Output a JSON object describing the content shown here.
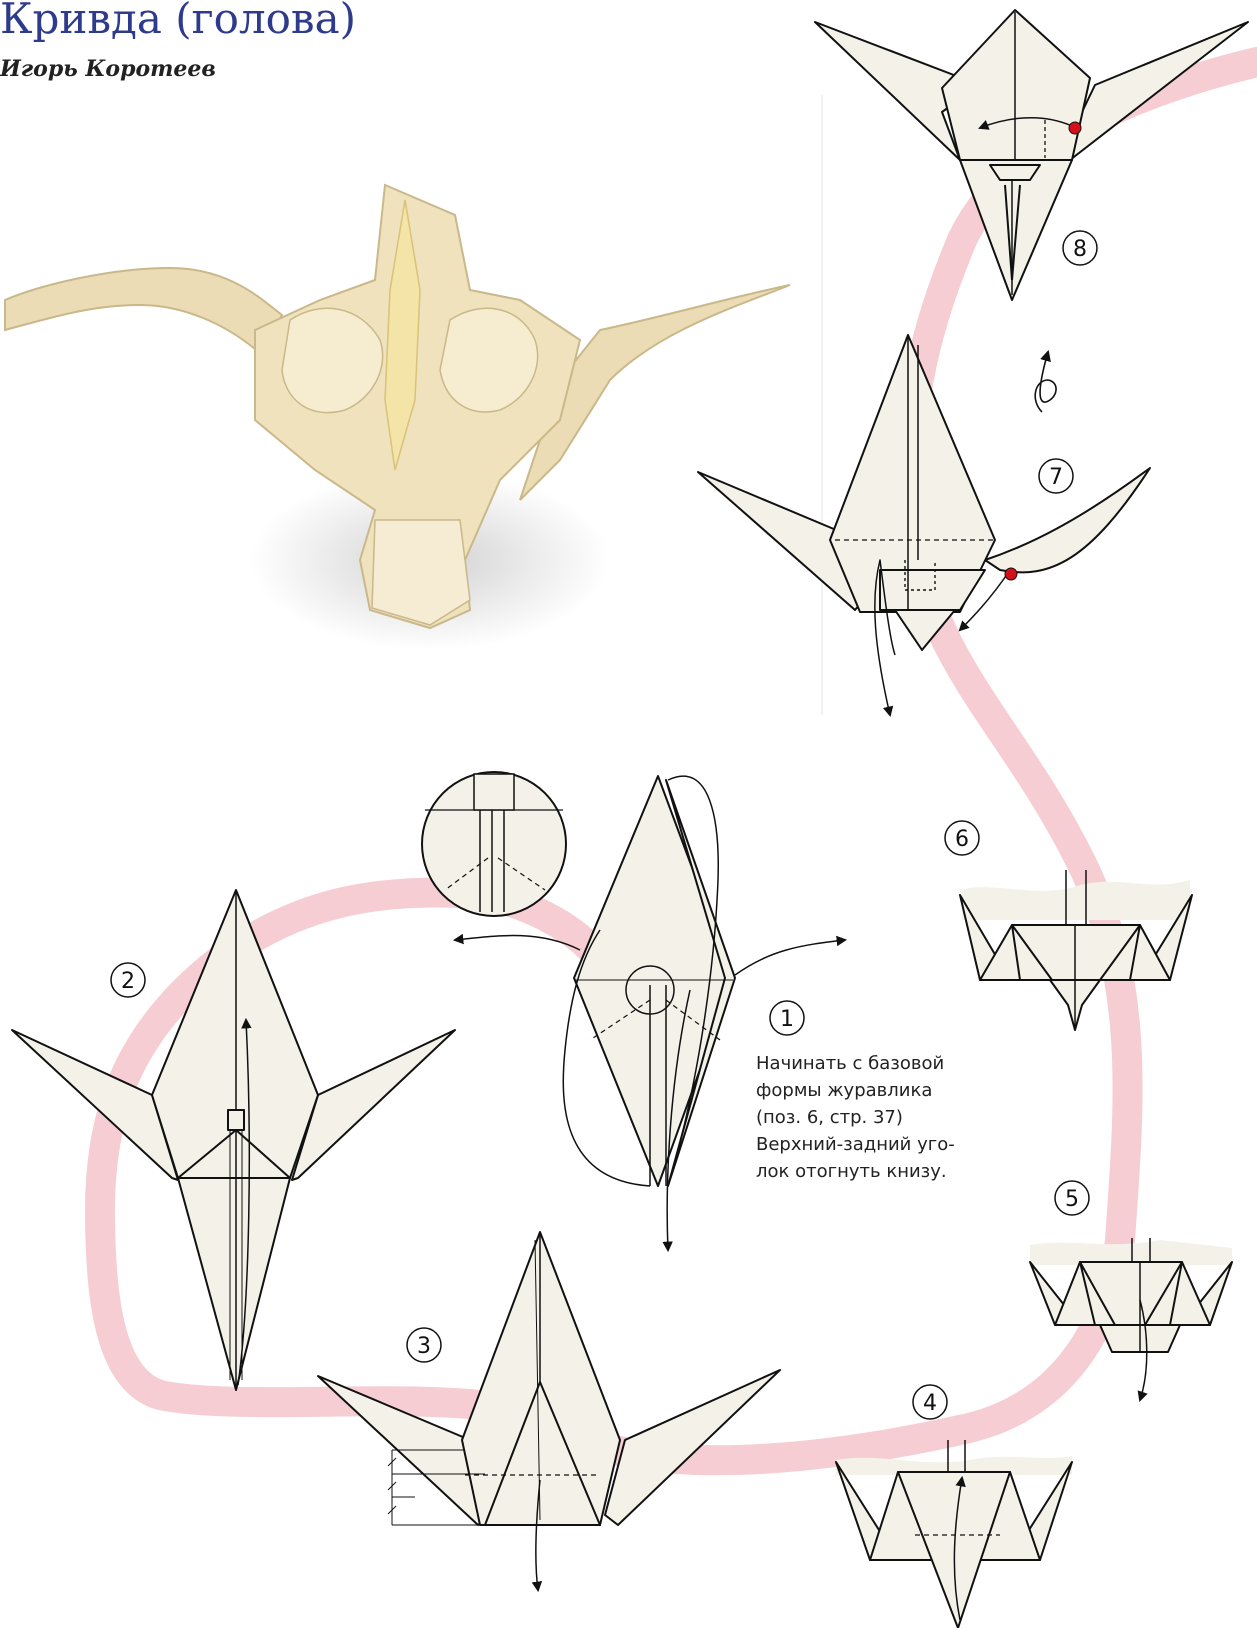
{
  "title": "Кривда (голова)",
  "author": "Игорь Коротеев",
  "instruction": {
    "line1": "Начинать с базовой",
    "line2": "формы журавлика",
    "line3": "(поз. 6, стр. 37)",
    "line4": "Верхний-задний уго-",
    "line5": "лок отогнуть книзу."
  },
  "steps": [
    "1",
    "2",
    "3",
    "4",
    "5",
    "6",
    "7",
    "8"
  ],
  "colors": {
    "title": "#2e3a8c",
    "paper": "#f3f1e8",
    "path_band": "#f6cdd2",
    "mark": "#d4101a",
    "model": "#efe2bd"
  }
}
